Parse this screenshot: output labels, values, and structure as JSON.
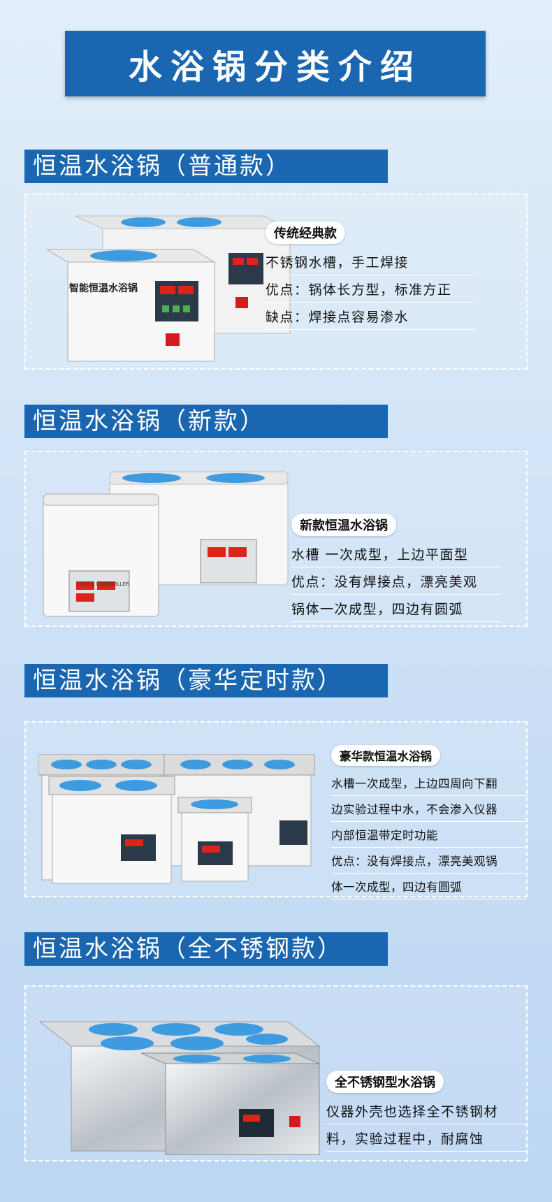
{
  "main_title": "水浴锅分类介绍",
  "sections": [
    {
      "title": "恒温水浴锅（普通款）",
      "badge": "传统经典款",
      "lines": [
        "不锈钢水槽，手工焊接",
        "优点：锅体长方型，标准方正",
        "缺点：焊接点容易渗水"
      ],
      "device_label": "智能恒温水浴锅"
    },
    {
      "title": "恒温水浴锅（新款）",
      "badge": "新款恒温水浴锅",
      "lines": [
        "水槽 一次成型，上边平面型",
        "优点：没有焊接点，漂亮美观",
        "锅体一次成型，四边有圆弧"
      ],
      "controller_label": "LK7C-L CONTROLLER"
    },
    {
      "title": "恒温水浴锅（豪华定时款）",
      "badge": "豪华款恒温水浴锅",
      "lines": [
        "水槽一次成型，上边四周向下翻",
        "边实验过程中水，不会渗入仪器",
        "内部恒温带定时功能",
        "优点：没有焊接点，漂亮美观锅",
        "体一次成型，四边有圆弧"
      ]
    },
    {
      "title": "恒温水浴锅（全不锈钢款）",
      "badge": "全不锈钢型水浴锅",
      "lines": [
        "仪器外壳也选择全不锈钢材",
        "料，实验过程中，耐腐蚀"
      ]
    }
  ],
  "colors": {
    "banner": "#1a66b0",
    "lid": "#3f9be0",
    "switch": "#d71920",
    "display": "#e0221c"
  }
}
